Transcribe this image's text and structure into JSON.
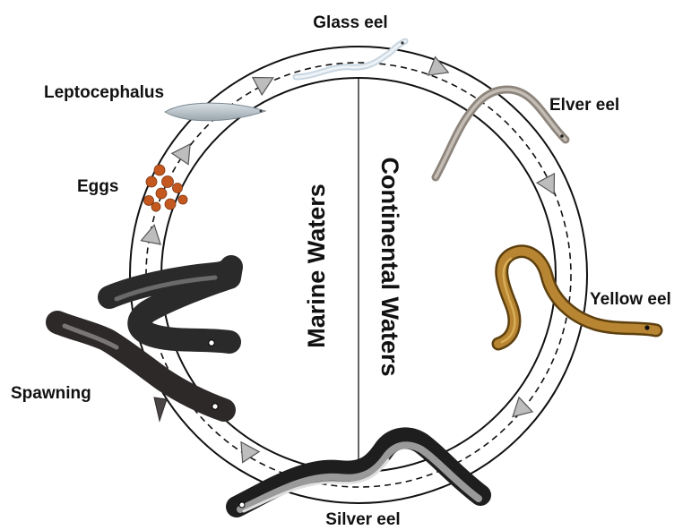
{
  "diagram": {
    "regions": {
      "left": "Marine Waters",
      "right": "Continental Waters"
    },
    "stages": [
      {
        "id": "glass",
        "label": "Glass eel",
        "color": "#c9d6e0"
      },
      {
        "id": "elver",
        "label": "Elver eel",
        "color": "#9a928a"
      },
      {
        "id": "yellow",
        "label": "Yellow eel",
        "color": "#a5741e"
      },
      {
        "id": "silver",
        "label": "Silver eel",
        "color": "#3a3a3a"
      },
      {
        "id": "spawning",
        "label": "Spawning",
        "color": "#2f2b2b"
      },
      {
        "id": "eggs",
        "label": "Eggs",
        "color": "#c2571e"
      },
      {
        "id": "lepto",
        "label": "Leptocephalus",
        "color": "#b8c2c8"
      }
    ],
    "cycle_direction": "clockwise"
  }
}
